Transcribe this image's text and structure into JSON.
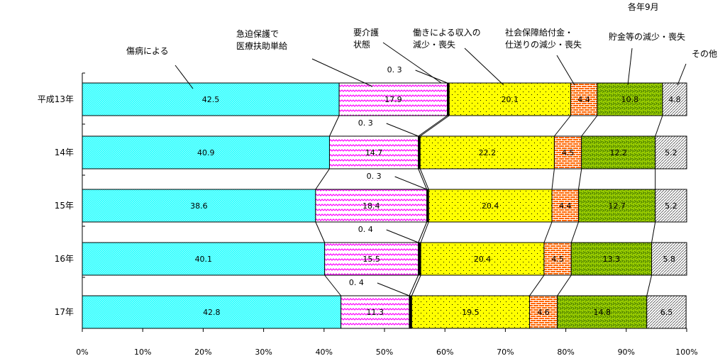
{
  "note": "各年9月",
  "chart_data": {
    "type": "bar",
    "stacked": true,
    "orientation": "horizontal",
    "title": "",
    "categories": [
      "平成13年",
      "14年",
      "15年",
      "16年",
      "17年"
    ],
    "series": [
      {
        "name": "傷病による",
        "label_lines": [
          "傷病による"
        ],
        "color": "#33ffff",
        "values": [
          42.5,
          40.9,
          38.6,
          40.1,
          42.8
        ]
      },
      {
        "name": "急迫保護で医療扶助単給",
        "label_lines": [
          "急迫保護で",
          "医療扶助単給"
        ],
        "color": "#ff33ff",
        "values": [
          17.9,
          14.7,
          18.4,
          15.5,
          11.3
        ]
      },
      {
        "name": "要介護状態",
        "label_lines": [
          "要介護",
          "状態"
        ],
        "color": "#000000",
        "values": [
          0.3,
          0.3,
          0.3,
          0.4,
          0.4
        ]
      },
      {
        "name": "働きによる収入の減少・喪失",
        "label_lines": [
          "働きによる収入の",
          "減少・喪失"
        ],
        "color": "#ffff00",
        "values": [
          20.1,
          22.2,
          20.4,
          20.4,
          19.5
        ]
      },
      {
        "name": "社会保障給付金・仕送りの減少・喪失",
        "label_lines": [
          "社会保障給付金・",
          "仕送りの減少・喪失"
        ],
        "color": "#ff6600",
        "values": [
          4.4,
          4.5,
          4.4,
          4.5,
          4.6
        ]
      },
      {
        "name": "貯金等の減少・喪失",
        "label_lines": [
          "貯金等の減少・喪失"
        ],
        "color": "#99cc00",
        "values": [
          10.8,
          12.2,
          12.7,
          13.3,
          14.8
        ]
      },
      {
        "name": "その他",
        "label_lines": [
          "その他"
        ],
        "color": "#ffffff",
        "values": [
          4.8,
          5.2,
          5.2,
          5.8,
          6.5
        ]
      }
    ],
    "small_value_labels": [
      "0. 3",
      "0. 3",
      "0. 3",
      "0. 4",
      "0. 4"
    ],
    "xlim": [
      0,
      100
    ],
    "xticks": [
      "0%",
      "10%",
      "20%",
      "30%",
      "40%",
      "50%",
      "60%",
      "70%",
      "80%",
      "90%",
      "100%"
    ],
    "grid": false,
    "legend": "callout labels above top bar"
  }
}
